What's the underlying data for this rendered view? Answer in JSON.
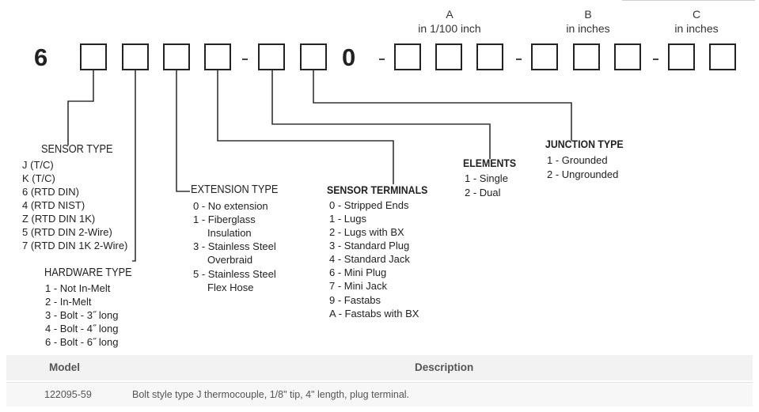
{
  "prefix": "6",
  "fixed_zero": "0",
  "dash": "-",
  "columns": {
    "a": {
      "letter": "A",
      "unit": "in 1/100 inch"
    },
    "b": {
      "letter": "B",
      "unit": "in inches"
    },
    "c": {
      "letter": "C",
      "unit": "in inches"
    }
  },
  "sensor_type": {
    "title": "SENSOR TYPE",
    "items": [
      "J (T/C)",
      "K (T/C)",
      "6 (RTD DIN)",
      "4 (RTD NIST)",
      "Z (RTD DIN 1K)",
      "5 (RTD DIN 2-Wire)",
      "7 (RTD DIN 1K 2-Wire)"
    ]
  },
  "hardware_type": {
    "title": "HARDWARE TYPE",
    "items": [
      "1 - Not In-Melt",
      "2 - In-Melt",
      "3 - Bolt - 3˝ long",
      "4 - Bolt - 4˝ long",
      "6 - Bolt - 6˝ long"
    ]
  },
  "extension_type": {
    "title": "EXTENSION TYPE",
    "items": [
      "0 - No extension",
      "1 - Fiberglass",
      "Insulation",
      "3 - Stainless Steel",
      "Overbraid",
      "5 - Stainless Steel",
      "Flex Hose"
    ]
  },
  "sensor_terminals": {
    "title": "SENSOR TERMINALS",
    "items": [
      "0 - Stripped Ends",
      "1 - Lugs",
      "2 - Lugs with BX",
      "3 - Standard Plug",
      "4 - Standard Jack",
      "6 - Mini Plug",
      "7 - Mini Jack",
      "9 - Fastabs",
      "A - Fastabs with BX"
    ]
  },
  "elements": {
    "title": "ELEMENTS",
    "items": [
      "1 - Single",
      "2 - Dual"
    ]
  },
  "junction_type": {
    "title": "JUNCTION TYPE",
    "items": [
      "1 - Grounded",
      "2 - Ungrounded"
    ]
  },
  "table": {
    "headers": {
      "model": "Model",
      "description": "Description"
    },
    "rows": [
      {
        "model": "122095-59",
        "description": "Bolt style type J thermocouple, 1/8\" tip, 4\" length, plug terminal."
      }
    ]
  }
}
